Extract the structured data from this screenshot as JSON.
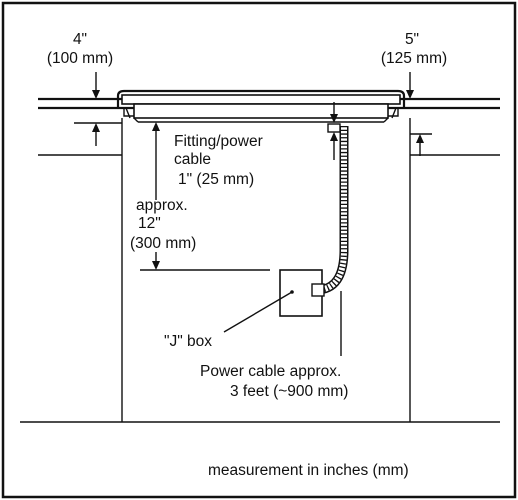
{
  "dimensions": {
    "left_clearance": {
      "line1": "4\"",
      "line2": "(100 mm)"
    },
    "right_clearance": {
      "line1": "5\"",
      "line2": "(125 mm)"
    }
  },
  "labels": {
    "fitting": {
      "line1": "Fitting/power",
      "line2": "cable",
      "line3": "1\" (25 mm)"
    },
    "approx": {
      "line1": "approx.",
      "line2": "12\"",
      "line3": "(300 mm)"
    },
    "jbox": "\"J\" box",
    "power_cable": {
      "line1": "Power cable approx.",
      "line2": "3 feet (~900 mm)"
    }
  },
  "footer": "measurement in inches (mm)"
}
